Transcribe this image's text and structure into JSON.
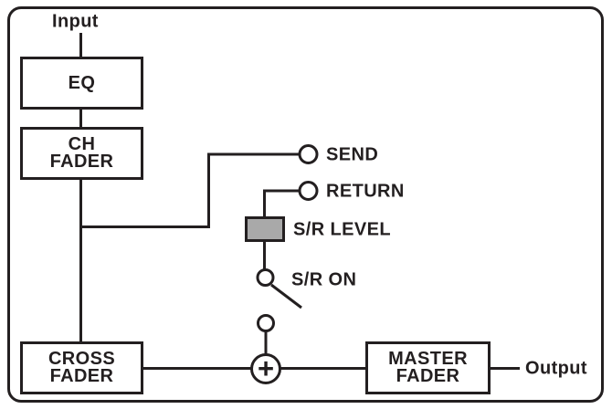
{
  "diagram": {
    "type": "audio-signal-flow-block-diagram",
    "labels": {
      "input": "Input",
      "output": "Output"
    },
    "blocks": {
      "eq": {
        "line1": "EQ"
      },
      "ch_fader": {
        "line1": "CH",
        "line2": "FADER"
      },
      "cross_fader": {
        "line1": "CROSS",
        "line2": "FADER"
      },
      "master_fader": {
        "line1": "MASTER",
        "line2": "FADER"
      }
    },
    "ports": {
      "send": "SEND",
      "return": "RETURN"
    },
    "controls": {
      "sr_level": "S/R LEVEL",
      "sr_on": "S/R ON",
      "sr_on_switch_state": "open"
    },
    "symbols": {
      "summing_plus": "+"
    },
    "colors": {
      "line": "#231f20",
      "background": "#ffffff",
      "sr_level_fill": "#a9a9a9"
    }
  }
}
